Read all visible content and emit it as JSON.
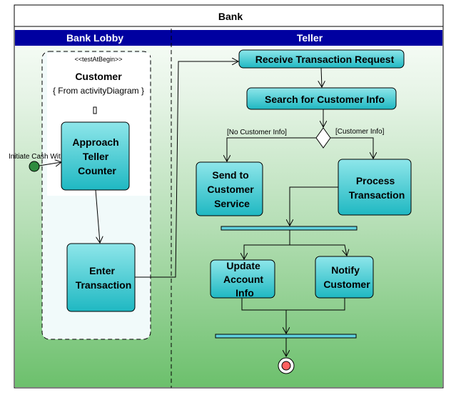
{
  "diagram": {
    "title": "Bank",
    "lanes": {
      "left": "Bank Lobby",
      "right": "Teller"
    },
    "partition": {
      "stereotype": "<<testAtBegin>>",
      "name": "Customer",
      "subtitle": "{ From activityDiagram }",
      "marker": "[]"
    },
    "initial_label": "Initiate Cash Withdrawal",
    "actions": {
      "approach": [
        "Approach",
        "Teller",
        "Counter"
      ],
      "enter": [
        "Enter",
        "Transaction"
      ],
      "receive": [
        "Receive Transaction Request"
      ],
      "search": [
        "Search for Customer Info"
      ],
      "send": [
        "Send to",
        "Customer",
        "Service"
      ],
      "process": [
        "Process",
        "Transaction"
      ],
      "update": [
        "Update",
        "Account",
        "Info"
      ],
      "notify": [
        "Notify",
        "Customer"
      ]
    },
    "guards": {
      "no_customer": "[No Customer Info]",
      "customer": "[Customer Info]"
    },
    "colors": {
      "lane_header": "#0000a0",
      "action_fill": "#40c8d0",
      "background_top": "#ffffff",
      "background_bottom": "#6cc06c",
      "final_node": "#ff6060"
    }
  }
}
